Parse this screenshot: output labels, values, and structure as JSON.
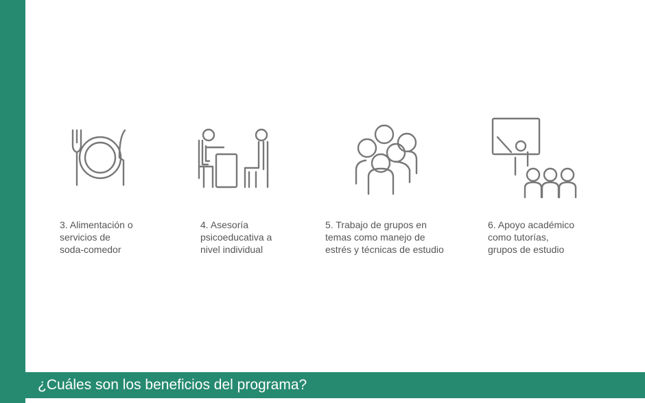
{
  "benefits": [
    {
      "icon": "plate-fork-knife-icon",
      "label": "3. Alimentación o\nservicios de\nsoda-comedor"
    },
    {
      "icon": "counseling-icon",
      "label": "4. Asesoría\npsicoeducativa a\nnivel individual"
    },
    {
      "icon": "group-icon",
      "label": "5. Trabajo de grupos en\ntemas como manejo de\nestrés y técnicas de estudio"
    },
    {
      "icon": "teacher-board-icon",
      "label": "6.  Apoyo académico\ncomo tutorías,\ngrupos de estudio"
    }
  ],
  "banner": {
    "title": "¿Cuáles son los beneficios del programa?"
  },
  "colors": {
    "accent": "#268a70",
    "icon": "#777777",
    "text": "#555555"
  }
}
